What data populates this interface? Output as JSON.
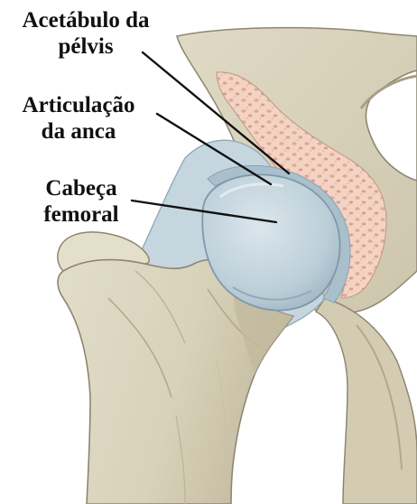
{
  "labels": {
    "acetabulo": [
      "Acetábulo da",
      "pélvis"
    ],
    "articulacao": [
      "Articulação",
      "da anca"
    ],
    "cabeca": [
      "Cabeça",
      "femoral"
    ]
  },
  "colors": {
    "bone": "#dcd6c0",
    "bone_shadow": "#c7bfa5",
    "bone_dark": "#a89f85",
    "outline": "#8e8670",
    "cancellous": "#f3d3c3",
    "cancellous_dots": "#d9a48e",
    "cartilage": "#c5d6df",
    "cartilage_dark": "#9db4c2",
    "capsule": "#b9cbd6",
    "leader_line": "#111111"
  }
}
